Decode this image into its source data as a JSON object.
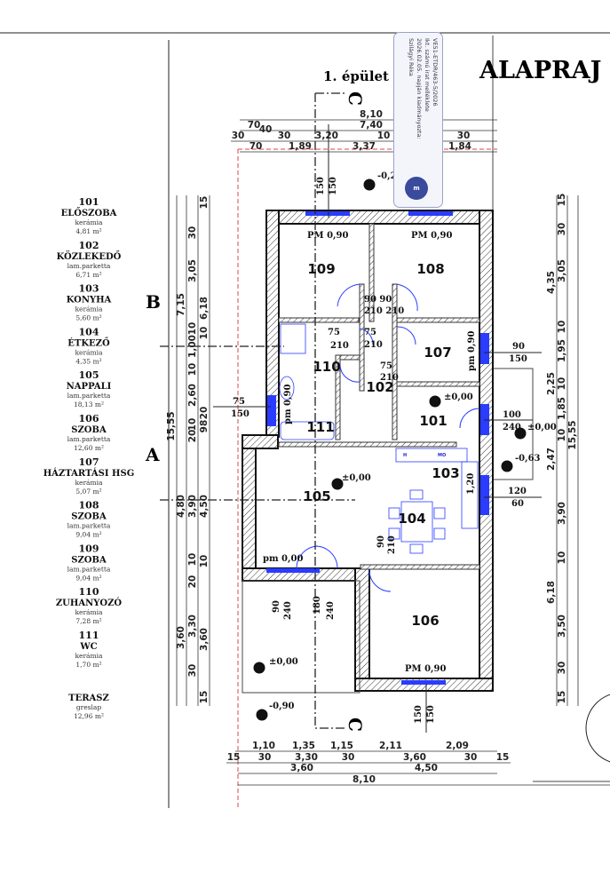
{
  "header": {
    "title": "ALAPRAJ",
    "building": "1. épület"
  },
  "stamp": {
    "lines": [
      "VE51-ETDR/463-5/2026",
      "Ikt. számú irat melléklete",
      "2026.02.05. napján kiadmányozta:",
      "Szilágyi Réka"
    ],
    "seal": "m"
  },
  "legend": [
    {
      "num": "101",
      "name": "ELŐSZOBA",
      "material": "kerámia",
      "area": "4,81 m²"
    },
    {
      "num": "102",
      "name": "KÖZLEKEDŐ",
      "material": "lam.parketta",
      "area": "6,71 m²"
    },
    {
      "num": "103",
      "name": "KONYHA",
      "material": "kerámia",
      "area": "5,60 m²"
    },
    {
      "num": "104",
      "name": "ÉTKEZŐ",
      "material": "kerámia",
      "area": "4,35 m²"
    },
    {
      "num": "105",
      "name": "NAPPALI",
      "material": "lam.parketta",
      "area": "18,13 m²"
    },
    {
      "num": "106",
      "name": "SZOBA",
      "material": "lam.parketta",
      "area": "12,60 m²"
    },
    {
      "num": "107",
      "name": "HÁZTARTÁSI HSG",
      "material": "kerámia",
      "area": "5,07 m²"
    },
    {
      "num": "108",
      "name": "SZOBA",
      "material": "lam.parketta",
      "area": "9,04 m²"
    },
    {
      "num": "109",
      "name": "SZOBA",
      "material": "lam.parketta",
      "area": "9,04 m²"
    },
    {
      "num": "110",
      "name": "ZUHANYOZÓ",
      "material": "kerámia",
      "area": "7,28 m²"
    },
    {
      "num": "111",
      "name": "WC",
      "material": "kerámia",
      "area": "1,70 m²"
    },
    {
      "num": "",
      "name": "TERASZ",
      "material": "greslap",
      "area": "12,96 m²"
    }
  ],
  "sections": {
    "a": "A",
    "b": "B",
    "c": "C"
  },
  "rooms": [
    "109",
    "108",
    "107",
    "110",
    "102",
    "101",
    "111",
    "105",
    "104",
    "103",
    "106"
  ],
  "levels": {
    "pm109": "PM 0,90",
    "pm108": "PM 0,90",
    "pm107": "pm 0,90",
    "pm111": "pm 0,90",
    "pm105": "pm 0,00",
    "pm106": "PM 0,90",
    "l101": "±0,00",
    "l105": "±0,00",
    "terrace": "±0,00",
    "outside1": "-0,90",
    "outside2": "-0,63",
    "entry": "±0,00",
    "top": "-0,2"
  },
  "doors": [
    "90 90",
    "210 210",
    "75",
    "210",
    "75",
    "210",
    "75",
    "210",
    "90",
    "210",
    "90",
    "240",
    "180",
    "240",
    "1,20"
  ],
  "kitchen": {
    "h": "H",
    "mo": "MO"
  },
  "openings": [
    "90",
    "150",
    "100",
    "240",
    "120",
    "60",
    "75",
    "150",
    "150",
    "150",
    "150",
    "150"
  ],
  "dims": {
    "top": [
      "8,10",
      "70",
      "40",
      "7,40",
      "30",
      "30",
      "3,20",
      "10",
      "30",
      "70",
      "1,89",
      "3,37",
      "1,84"
    ],
    "bottom": [
      "1,10",
      "1,35",
      "1,15",
      "2,11",
      "2,09",
      "15",
      "30",
      "3,30",
      "30",
      "3,60",
      "30",
      "15",
      "3,60",
      "4,50",
      "8,10"
    ],
    "left": [
      "15,55",
      "7,15",
      "4,80",
      "3,60",
      "30",
      "3,05",
      "10",
      "1,00",
      "10",
      "2,60",
      "10",
      "20",
      "3,90",
      "10",
      "20",
      "3,30",
      "30",
      "15",
      "10",
      "6,18",
      "20",
      "98",
      "4,50",
      "10",
      "3,60",
      "15"
    ],
    "right": [
      "4,35",
      "2,25",
      "2,47",
      "6,18",
      "15",
      "30",
      "3,05",
      "10",
      "1,95",
      "10",
      "1,85",
      "10",
      "3,90",
      "10",
      "3,50",
      "30",
      "15",
      "15,55"
    ]
  }
}
